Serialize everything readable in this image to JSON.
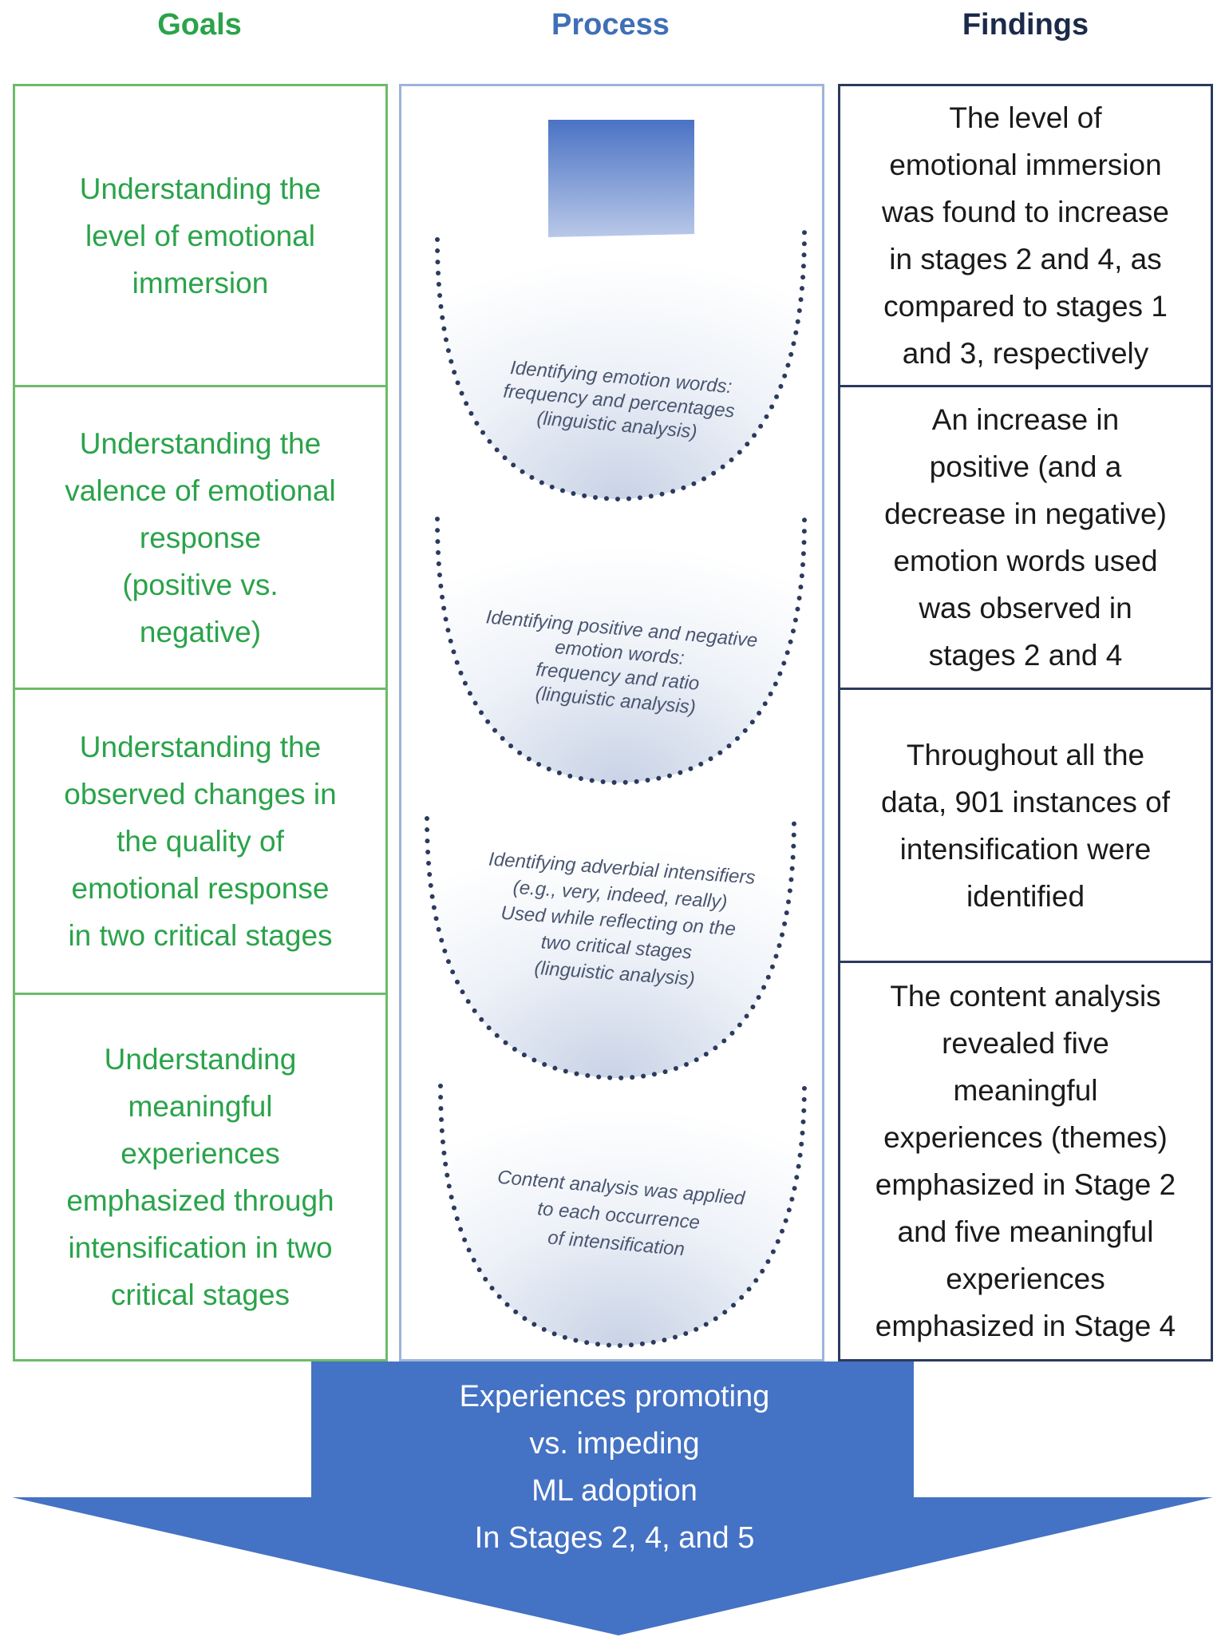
{
  "headers": {
    "goals": "Goals",
    "process": "Process",
    "findings": "Findings"
  },
  "goals": [
    [
      "Understanding the",
      "level of emotional",
      "immersion"
    ],
    [
      "Understanding the",
      "valence of emotional",
      "response",
      "(positive vs.",
      "negative)"
    ],
    [
      "Understanding the",
      "observed changes in",
      "the quality of",
      "emotional response",
      "in two critical stages"
    ],
    [
      "Understanding",
      "meaningful",
      "experiences",
      "emphasized through",
      "intensification in two",
      "critical stages"
    ]
  ],
  "process": [
    [
      "Identifying emotion words:",
      "frequency and percentages",
      "(linguistic analysis)"
    ],
    [
      "Identifying positive and negative",
      "emotion words:",
      "frequency and ratio",
      "(linguistic analysis)"
    ],
    [
      "Identifying adverbial intensifiers",
      "(e.g., very, indeed, really)",
      "Used while reflecting on the",
      "two critical stages",
      "(linguistic analysis)"
    ],
    [
      "Content analysis was applied",
      "to each occurrence",
      "of intensification"
    ]
  ],
  "findings": [
    [
      "The level of",
      "emotional immersion",
      "was found to increase",
      "in stages 2 and 4, as",
      "compared to stages 1",
      "and 3, respectively"
    ],
    [
      "An increase in",
      "positive (and a",
      "decrease in negative)",
      "emotion words used",
      "was observed in",
      "stages 2 and 4"
    ],
    [
      "Throughout all the",
      "data, 901 instances of",
      "intensification were",
      "identified"
    ],
    [
      "The content analysis",
      "revealed  five",
      "meaningful",
      "experiences (themes)",
      "emphasized in Stage 2",
      "and five meaningful",
      "experiences",
      "emphasized in Stage 4"
    ]
  ],
  "outcome": [
    "Experiences promoting",
    "vs. impeding",
    "ML adoption",
    "In Stages 2, 4, and 5"
  ],
  "colors": {
    "goal_text": "#2aa34a",
    "goal_border": "#6dbb6a",
    "finding_border": "#2b3a5e",
    "process_blue": "#4a72c4",
    "arrow_blue": "#4472c4",
    "dots": "#2b3a5e"
  }
}
